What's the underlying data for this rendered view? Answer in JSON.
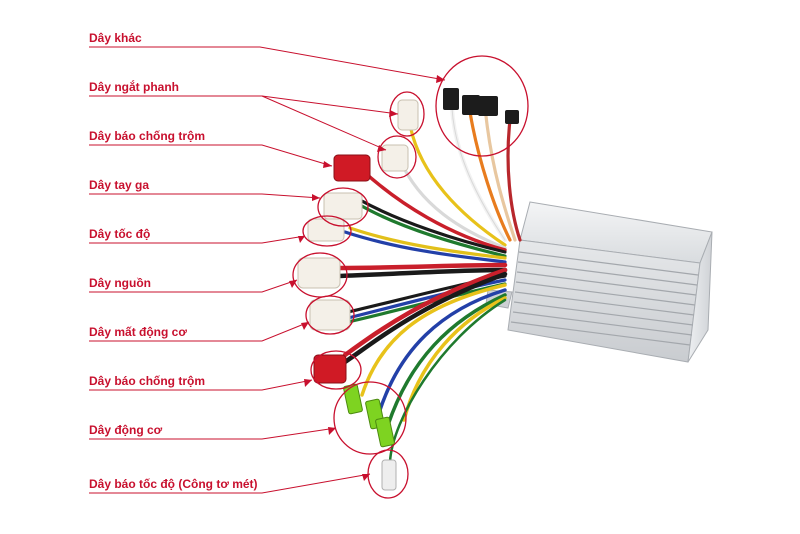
{
  "diagram": {
    "accent_color": "#c8102e",
    "labels": [
      {
        "id": "day-khac",
        "text": "Dây khác"
      },
      {
        "id": "day-ngat-phanh",
        "text": "Dây ngắt phanh"
      },
      {
        "id": "day-bao-chong-trom-1",
        "text": "Dây báo chống trộm"
      },
      {
        "id": "day-tay-ga",
        "text": "Dây tay ga"
      },
      {
        "id": "day-toc-do",
        "text": "Dây tốc độ"
      },
      {
        "id": "day-nguon",
        "text": "Dây nguồn"
      },
      {
        "id": "day-mat-dong-co",
        "text": "Dây mất động cơ"
      },
      {
        "id": "day-bao-chong-trom-2",
        "text": "Dây báo chống trộm"
      },
      {
        "id": "day-dong-co",
        "text": "Dây động cơ"
      },
      {
        "id": "day-bao-toc-do",
        "text": "Dây báo tốc độ (Công tơ mét)"
      }
    ]
  }
}
